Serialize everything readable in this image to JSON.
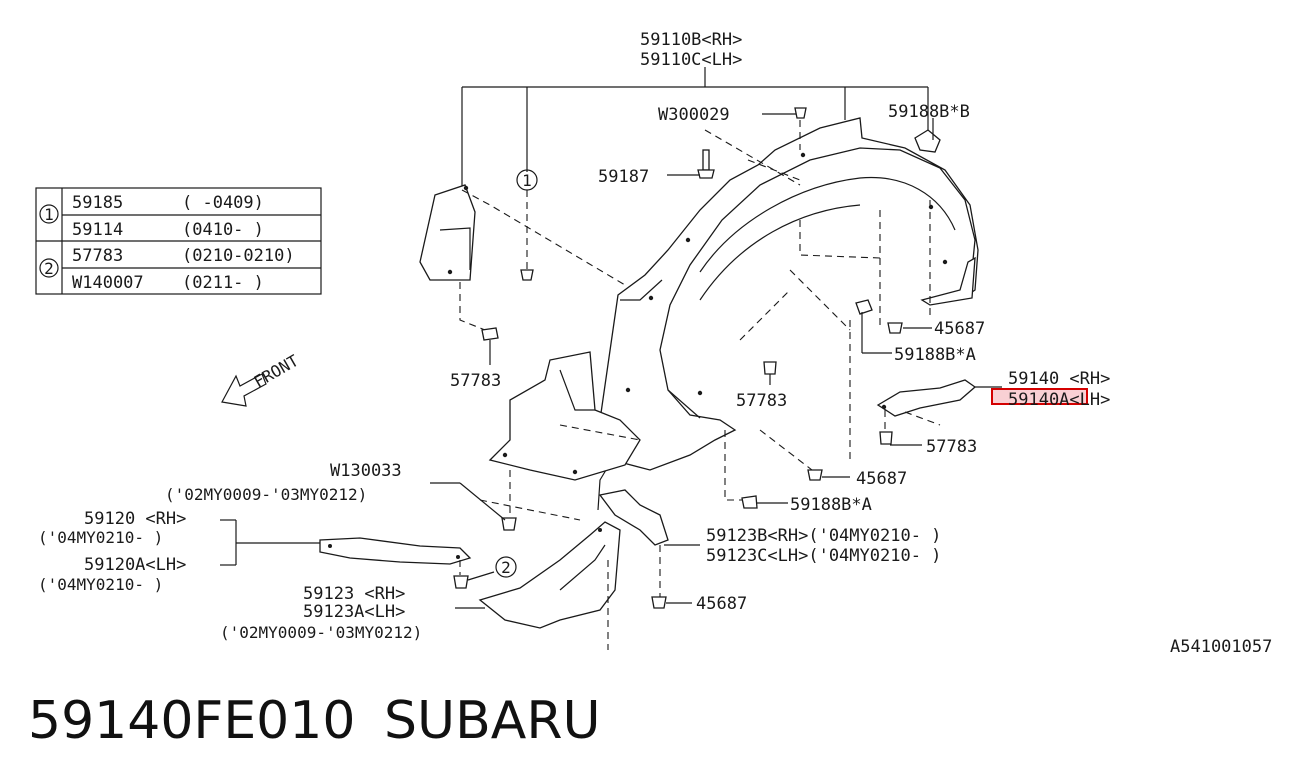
{
  "callouts": {
    "c59110b": "59110B<RH>",
    "c59110c": "59110C<LH>",
    "w300029": "W300029",
    "c59188b_b": "59188B*B",
    "c59187": "59187",
    "circle1": "1",
    "c45687_a": "45687",
    "c59188b_a1": "59188B*A",
    "c57783_a": "57783",
    "c57783_b": "57783",
    "c59140": "59140  <RH>",
    "c59140a": "59140A<LH>",
    "c57783_c": "57783",
    "c45687_b": "45687",
    "w130033": "W130033",
    "w130033_note": "('02MY0009-'03MY0212)",
    "c59188b_a2": "59188B*A",
    "c59120": "59120 <RH>",
    "c59120_note": "('04MY0210-      )",
    "c59120a": "59120A<LH>",
    "c59120a_note": "('04MY0210-      )",
    "c59123b": "59123B<RH>('04MY0210-       )",
    "c59123c": "59123C<LH>('04MY0210-       )",
    "circle2": "2",
    "c45687_c": "45687",
    "c59123": "59123  <RH>",
    "c59123a": "59123A<LH>",
    "c59123_note": "('02MY0009-'03MY0212)",
    "front": "FRONT"
  },
  "legend_table": {
    "groups": [
      {
        "marker": "1",
        "rows": [
          {
            "part": "59185",
            "range": "(    -0409)"
          },
          {
            "part": "59114",
            "range": "(0410-    )"
          }
        ]
      },
      {
        "marker": "2",
        "rows": [
          {
            "part": "57783",
            "range": "(0210-0210)"
          },
          {
            "part": "W140007",
            "range": "(0211-    )"
          }
        ]
      }
    ]
  },
  "diagram_ref": "A541001057",
  "footer": {
    "part_number": "59140FE010",
    "brand": "SUBARU"
  },
  "colors": {
    "highlight_border": "#d40000",
    "highlight_fill": "#f9d0d4",
    "line": "#1a1a1a"
  }
}
